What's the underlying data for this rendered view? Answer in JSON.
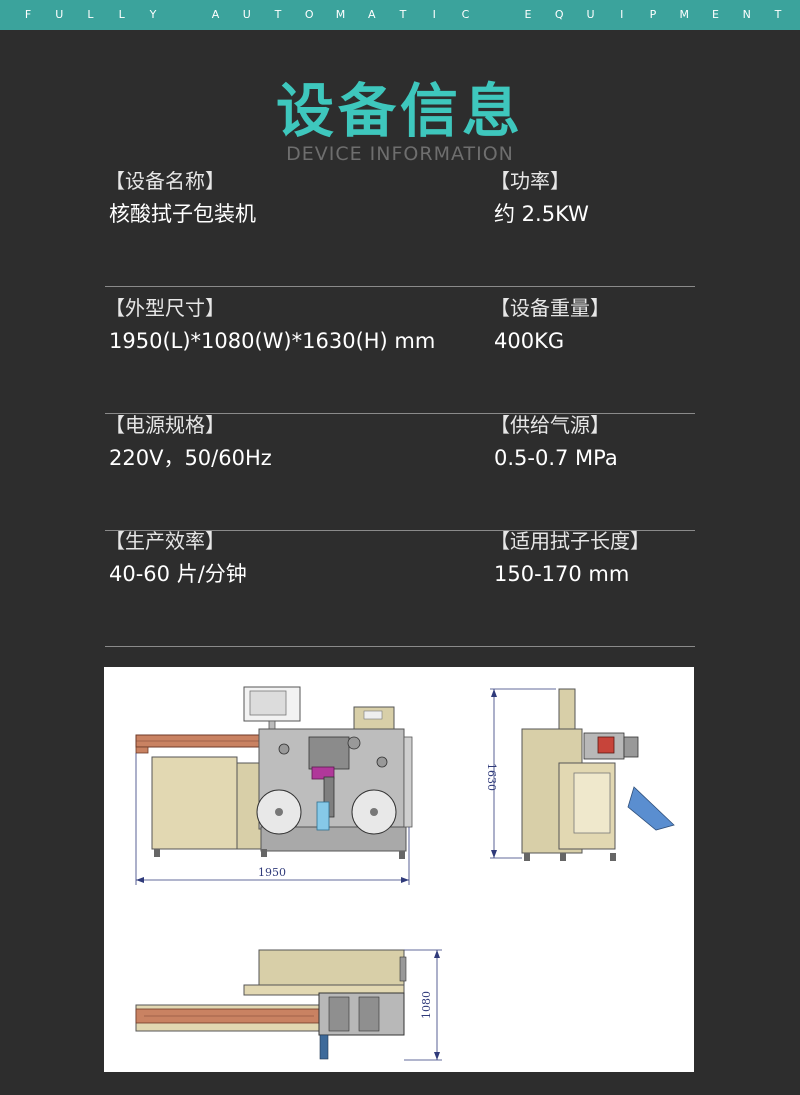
{
  "header": {
    "banner_letters": [
      "F",
      "U",
      "L",
      "L",
      "Y",
      "",
      "A",
      "U",
      "T",
      "O",
      "M",
      "A",
      "T",
      "I",
      "C",
      "",
      "E",
      "Q",
      "U",
      "I",
      "P",
      "M",
      "E",
      "N",
      "T"
    ]
  },
  "title": "设备信息",
  "subtitle": "DEVICE INFORMATION",
  "specs": [
    {
      "left_label": "【设备名称】",
      "left_value": "核酸拭子包装机",
      "right_label": "【功率】",
      "right_value": "约 2.5KW"
    },
    {
      "left_label": "【外型尺寸】",
      "left_value": "1950(L)*1080(W)*1630(H) mm",
      "right_label": "【设备重量】",
      "right_value": "400KG"
    },
    {
      "left_label": "【电源规格】",
      "left_value": "220V，50/60Hz",
      "right_label": "【供给气源】",
      "right_value": "0.5-0.7 MPa"
    },
    {
      "left_label": "【生产效率】",
      "left_value": "40-60  片/分钟",
      "right_label": "【适用拭子长度】",
      "right_value": "150-170 mm"
    }
  ],
  "drawing": {
    "front_width_dim": "1950",
    "side_height_dim": "1630",
    "top_depth_dim": "1080"
  },
  "colors": {
    "banner": "#3ba39c",
    "title": "#3ec7bd",
    "background": "#2d2d2d"
  }
}
